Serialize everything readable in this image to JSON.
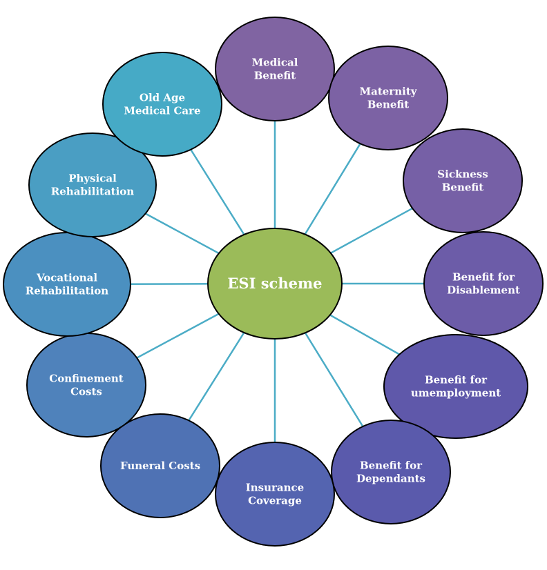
{
  "diagram": {
    "center": {
      "label": "ESI scheme",
      "color": "#9bbb59"
    },
    "nodes": [
      {
        "id": "medical-benefit",
        "lines": [
          "Medical",
          "Benefit"
        ],
        "color": "#8064a2"
      },
      {
        "id": "maternity-benefit",
        "lines": [
          "Maternity",
          "Benefit"
        ],
        "color": "#7c62a4"
      },
      {
        "id": "sickness-benefit",
        "lines": [
          "Sickness",
          "Benefit"
        ],
        "color": "#7660a6"
      },
      {
        "id": "benefit-for-disablement",
        "lines": [
          "Benefit for",
          "Disablement"
        ],
        "color": "#6c5ca8"
      },
      {
        "id": "benefit-for-umemployment",
        "lines": [
          "Benefit for",
          "umemployment"
        ],
        "color": "#5f58aa"
      },
      {
        "id": "benefit-for-dependants",
        "lines": [
          "Benefit for",
          "Dependants"
        ],
        "color": "#5a5aac"
      },
      {
        "id": "insurance-coverage",
        "lines": [
          "Insurance",
          "Coverage"
        ],
        "color": "#5464b0"
      },
      {
        "id": "funeral-costs",
        "lines": [
          "Funeral Costs"
        ],
        "color": "#4f72b4"
      },
      {
        "id": "confinement-costs",
        "lines": [
          "Confinement",
          "Costs"
        ],
        "color": "#4f82bb"
      },
      {
        "id": "vocational-rehabilitation",
        "lines": [
          "Vocational",
          "Rehabilitation"
        ],
        "color": "#4b90c0"
      },
      {
        "id": "physical-rehabilitation",
        "lines": [
          "Physical",
          "Rehabilitation"
        ],
        "color": "#4a9ec3"
      },
      {
        "id": "old-age-medical-care",
        "lines": [
          "Old Age",
          "Medical Care"
        ],
        "color": "#46aac6"
      }
    ]
  }
}
